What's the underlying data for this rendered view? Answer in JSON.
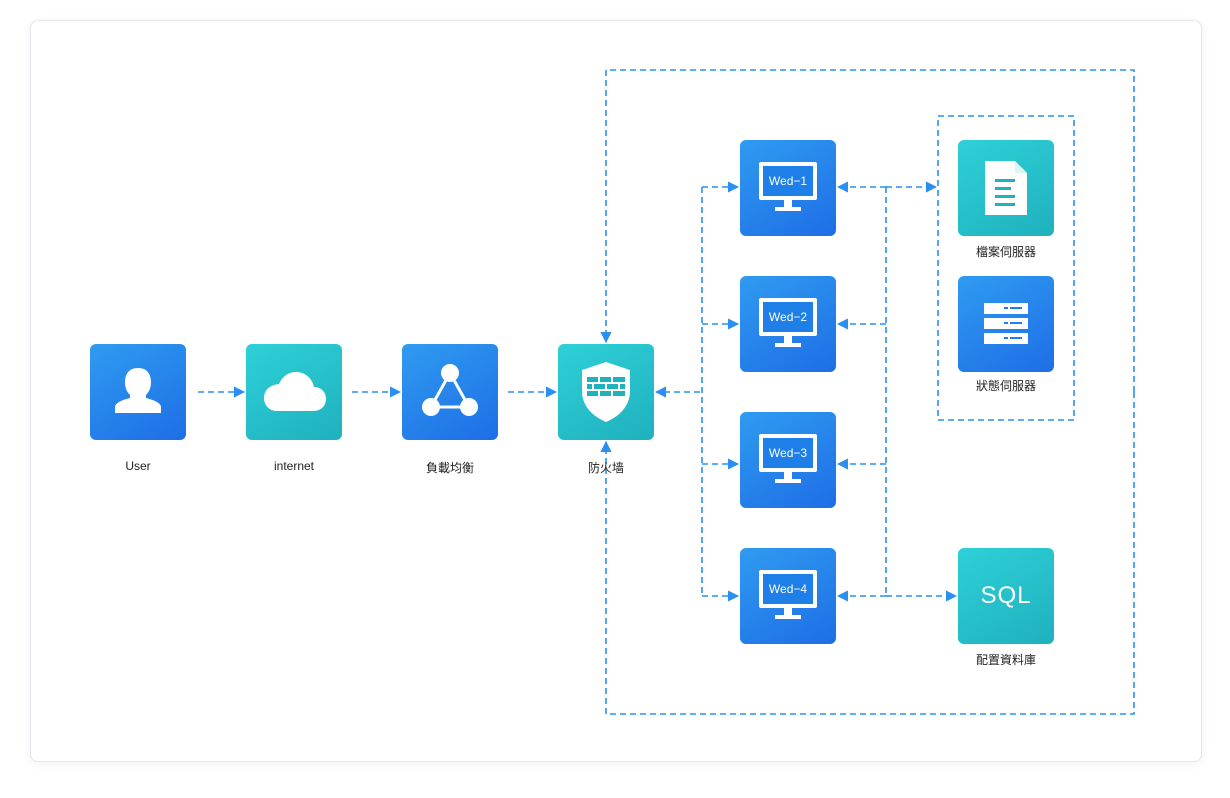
{
  "nodes": {
    "user": {
      "label": "User"
    },
    "internet": {
      "label": "internet"
    },
    "load_balancer": {
      "label": "負載均衡"
    },
    "firewall": {
      "label": "防火墙"
    },
    "web_servers": [
      "Wed−1",
      "Wed−2",
      "Wed−3",
      "Wed−4"
    ],
    "file_server": {
      "label": "檔案伺服器"
    },
    "state_server": {
      "label": "狀態伺服器"
    },
    "database": {
      "label": "配置資料庫",
      "icon_text": "SQL"
    }
  },
  "colors": {
    "connector": "#2a8ff0",
    "tile_blue": "#1e6ee6",
    "tile_teal": "#1fb1bd"
  }
}
